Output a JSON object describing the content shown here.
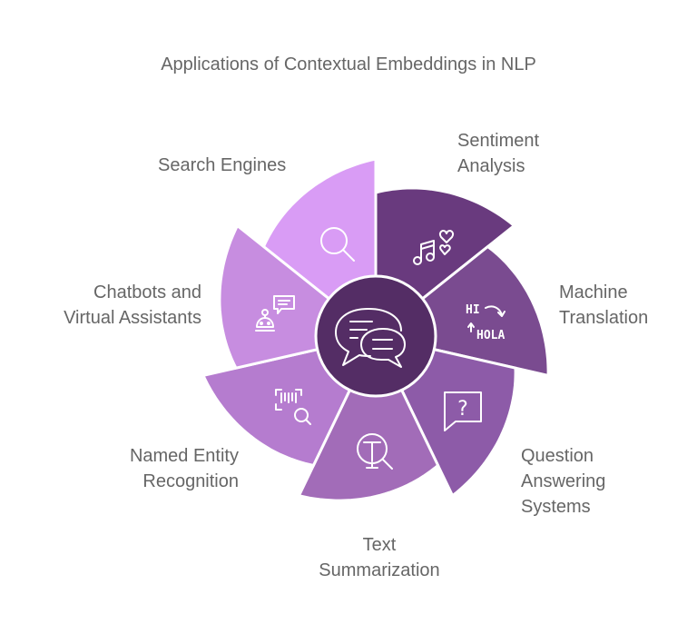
{
  "title": "Applications of Contextual Embeddings in NLP",
  "center": {
    "icon": "chat-bubbles-icon",
    "color": "#542D65"
  },
  "segments": [
    {
      "id": "search-engines",
      "lines": [
        "Search Engines"
      ],
      "icon": "magnifier-icon",
      "color": "#D99CF5"
    },
    {
      "id": "sentiment-analysis",
      "lines": [
        "Sentiment",
        "Analysis"
      ],
      "icon": "music-hearts-icon",
      "color": "#693A7E"
    },
    {
      "id": "machine-translation",
      "lines": [
        "Machine",
        "Translation"
      ],
      "icon": "hi-hola-translate-icon",
      "icon_text": [
        "HI",
        "HOLA"
      ],
      "color": "#7A4B90"
    },
    {
      "id": "question-answering",
      "lines": [
        "Question",
        "Answering",
        "Systems"
      ],
      "icon": "question-bubble-icon",
      "icon_text": [
        "?"
      ],
      "color": "#8D5BA8"
    },
    {
      "id": "text-summarization",
      "lines": [
        "Text",
        "Summarization"
      ],
      "icon": "text-search-icon",
      "icon_text": [
        "T"
      ],
      "color": "#A26CB8"
    },
    {
      "id": "named-entity-recognition",
      "lines": [
        "Named Entity",
        "Recognition"
      ],
      "icon": "barcode-scan-icon",
      "color": "#B57CCF"
    },
    {
      "id": "chatbots",
      "lines": [
        "Chatbots and",
        "Virtual Assistants"
      ],
      "icon": "robot-chat-icon",
      "color": "#C78DE0"
    }
  ]
}
